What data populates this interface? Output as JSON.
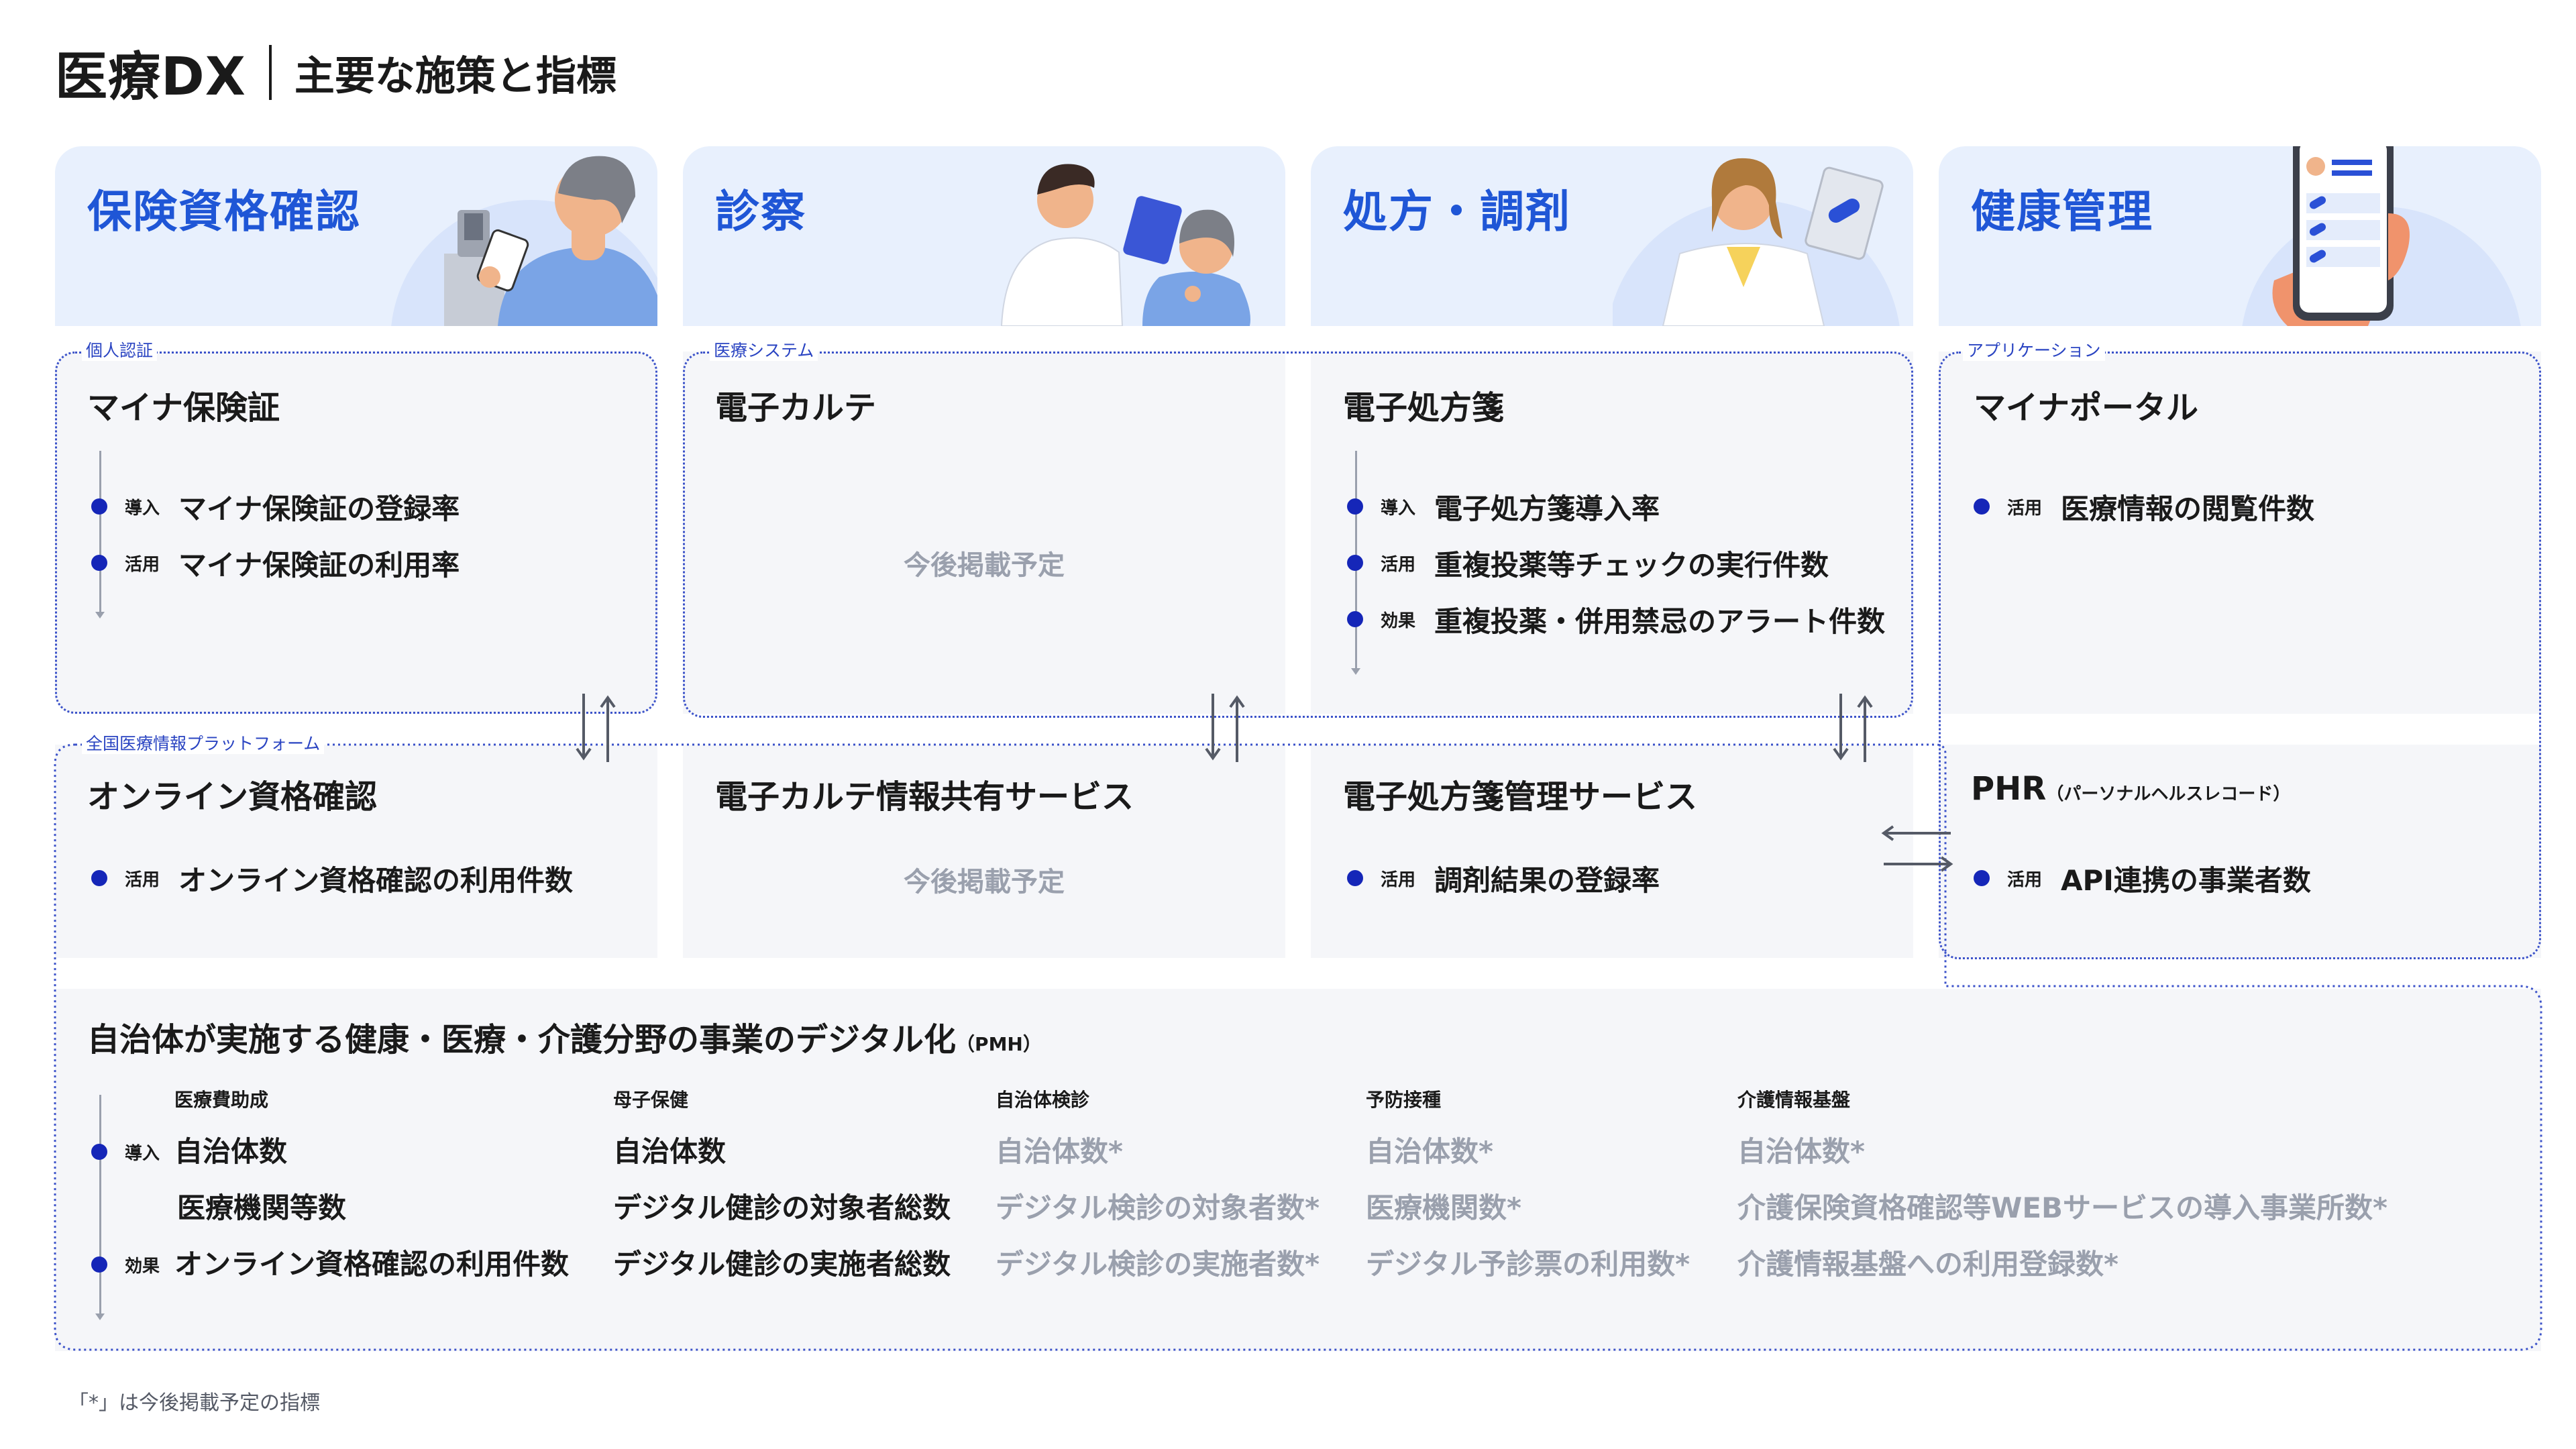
{
  "title": {
    "main": "医療DX",
    "sub": "主要な施策と指標"
  },
  "headers": [
    {
      "title": "保険資格確認"
    },
    {
      "title": "診察"
    },
    {
      "title": "処方・調剤"
    },
    {
      "title": "健康管理"
    }
  ],
  "sections": {
    "kojin": "個人認証",
    "iryo_system": "医療システム",
    "application": "アプリケーション",
    "platform": "全国医療情報プラットフォーム"
  },
  "cards": {
    "mynahoken": {
      "title": "マイナ保険証",
      "items": [
        {
          "tag": "導入",
          "text": "マイナ保険証の登録率"
        },
        {
          "tag": "活用",
          "text": "マイナ保険証の利用率"
        }
      ]
    },
    "karte": {
      "title": "電子カルテ",
      "placeholder": "今後掲載予定"
    },
    "shohosen": {
      "title": "電子処方箋",
      "items": [
        {
          "tag": "導入",
          "text": "電子処方箋導入率"
        },
        {
          "tag": "活用",
          "text": "重複投薬等チェックの実行件数"
        },
        {
          "tag": "効果",
          "text": "重複投薬・併用禁忌のアラート件数"
        }
      ]
    },
    "mynaportal": {
      "title": "マイナポータル",
      "items": [
        {
          "tag": "活用",
          "text": "医療情報の閲覧件数"
        }
      ]
    },
    "online": {
      "title": "オンライン資格確認",
      "items": [
        {
          "tag": "活用",
          "text": "オンライン資格確認の利用件数"
        }
      ]
    },
    "karte_share": {
      "title": "電子カルテ情報共有サービス",
      "placeholder": "今後掲載予定"
    },
    "shohosen_kanri": {
      "title": "電子処方箋管理サービス",
      "items": [
        {
          "tag": "活用",
          "text": "調剤結果の登録率"
        }
      ]
    },
    "phr": {
      "title": "PHR",
      "title_sub": "（パーソナルヘルスレコード）",
      "items": [
        {
          "tag": "活用",
          "text": "API連携の事業者数"
        }
      ]
    }
  },
  "pmh": {
    "title": "自治体が実施する健康・医療・介護分野の事業のデジタル化",
    "title_sub": "（PMH）",
    "tags": [
      "導入",
      "効果"
    ],
    "columns": [
      {
        "head": "医療費助成",
        "rows": [
          "自治体数",
          "医療機関等数",
          "オンライン資格確認の利用件数"
        ],
        "muted": false
      },
      {
        "head": "母子保健",
        "rows": [
          "自治体数",
          "デジタル健診の対象者総数",
          "デジタル健診の実施者総数"
        ],
        "muted": false
      },
      {
        "head": "自治体検診",
        "rows": [
          "自治体数*",
          "デジタル検診の対象者数*",
          "デジタル検診の実施者数*"
        ],
        "muted": true
      },
      {
        "head": "予防接種",
        "rows": [
          "自治体数*",
          "医療機関数*",
          "デジタル予診票の利用数*"
        ],
        "muted": true
      },
      {
        "head": "介護情報基盤",
        "rows": [
          "自治体数*",
          "介護保険資格確認等WEBサービスの導入事業所数*",
          "介護情報基盤への利用登録数*"
        ],
        "muted": true
      }
    ]
  },
  "footnote": "「*」は今後掲載予定の指標",
  "colors": {
    "accent": "#1f56d6",
    "dot": "#1526b8",
    "muted": "#9aa0ad",
    "header_bg": "#e8f0fd",
    "panel_bg": "#f5f6f9"
  }
}
